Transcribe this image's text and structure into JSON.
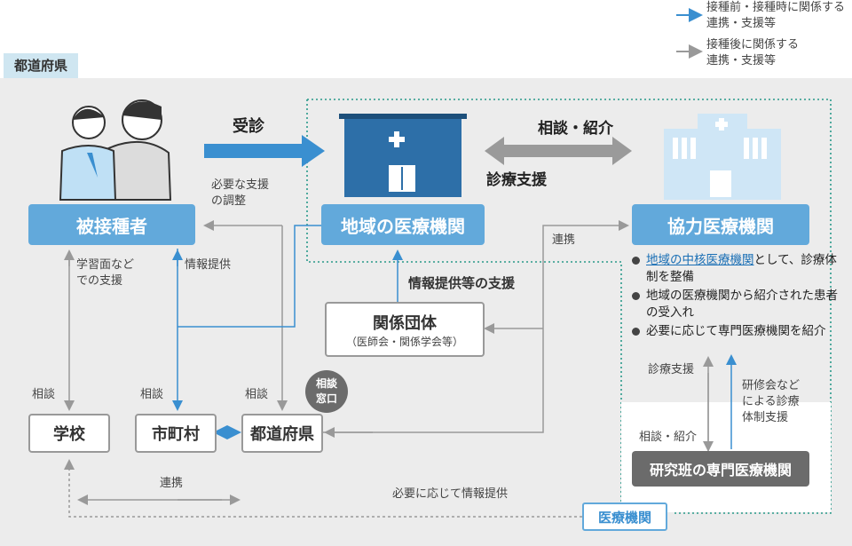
{
  "legend": {
    "pre_label": "接種前・接種時に関係する\n連携・支援等",
    "post_label": "接種後に関係する\n連携・支援等",
    "pre_color": "#3a8fd0",
    "post_color": "#999999"
  },
  "region_label": "都道府県",
  "nodes": {
    "patient": "被接種者",
    "local_clinic": "地域の医療機関",
    "cooperating": "協力医療機関",
    "org_title": "関係団体",
    "org_sub": "（医師会・関係学会等）",
    "school": "学校",
    "municipality": "市町村",
    "prefecture": "都道府県",
    "consult_window": "相談\n窓口",
    "research": "研究班の専門医療機関",
    "medical_institutions": "医療機関"
  },
  "labels": {
    "visit": "受診",
    "consult_refer": "相談・紹介",
    "medical_support": "診療支援",
    "needed_support": "必要な支援\nの調整",
    "info_provide": "情報提供",
    "learning_support": "学習面など\nでの支援",
    "info_support": "情報提供等の支援",
    "cooperation": "連携",
    "consult_school": "相談",
    "consult_muni": "相談",
    "consult_pref": "相談",
    "cooperation_bottom": "連携",
    "info_when_needed": "必要に応じて情報提供",
    "medical_support_2": "診療支援",
    "consult_refer_2": "相談・紹介",
    "training": "研修会など\nによる診療\n体制支援"
  },
  "bullets": [
    {
      "highlight": "地域の中核医療機関",
      "text": "として、診療体制を整備"
    },
    {
      "highlight": "",
      "text": "地域の医療機関から紹介された患者の受入れ"
    },
    {
      "highlight": "",
      "text": "必要に応じて専門医療機関を紹介"
    }
  ],
  "icons": [
    "people-illustration",
    "clinic-icon",
    "hospital-icon"
  ]
}
